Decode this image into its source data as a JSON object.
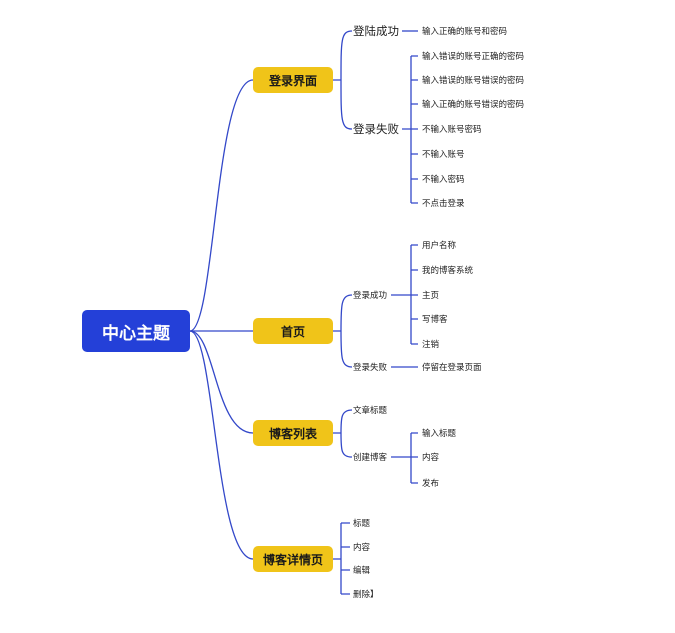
{
  "colors": {
    "root": "#2440d8",
    "branch": "#f0c419",
    "line": "#3348c9"
  },
  "mindmap": {
    "root": "中心主题",
    "login": {
      "label": "登录界面",
      "success": {
        "label": "登陆成功",
        "items": [
          "输入正确的账号和密码"
        ]
      },
      "fail": {
        "label": "登录失败",
        "items": [
          "输入错误的账号正确的密码",
          "输入错误的账号错误的密码",
          "输入正确的账号错误的密码",
          "不输入账号密码",
          "不输入账号",
          "不输入密码",
          "不点击登录"
        ]
      }
    },
    "home": {
      "label": "首页",
      "success": {
        "label": "登录成功",
        "items": [
          "用户名称",
          "我的博客系统",
          "主页",
          "写博客",
          "注销"
        ]
      },
      "fail": {
        "label": "登录失败",
        "items": [
          "停留在登录页面"
        ]
      }
    },
    "bloglist": {
      "label": "博客列表",
      "title": "文章标题",
      "create": {
        "label": "创建博客",
        "items": [
          "输入标题",
          "内容",
          "发布"
        ]
      }
    },
    "detail": {
      "label": "博客详情页",
      "items": [
        "标题",
        "内容",
        "编辑",
        "删除】"
      ]
    }
  }
}
